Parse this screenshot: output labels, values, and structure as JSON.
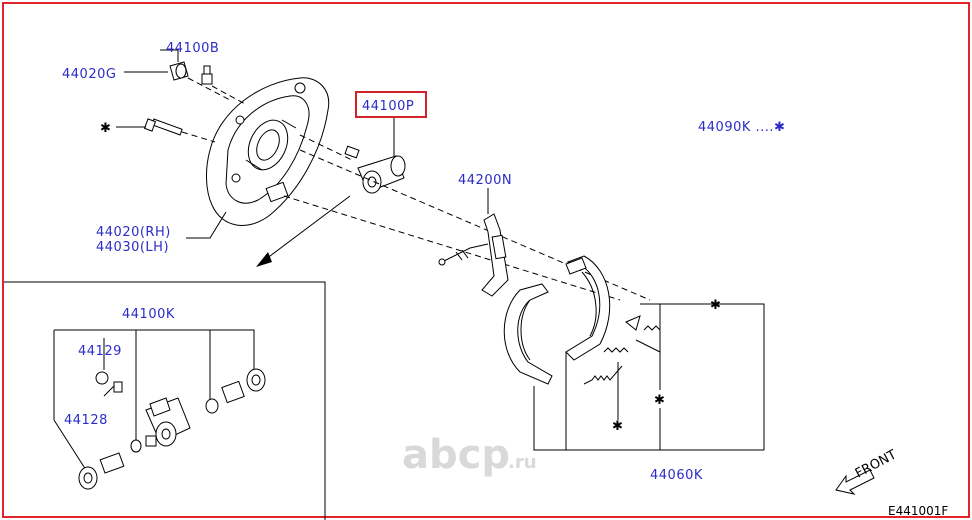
{
  "labels": {
    "p44100B": "44100B",
    "p44020G": "44020G",
    "p44100P": "44100P",
    "p44090K": "44090K ....✱",
    "p44020RH": "44020(RH)",
    "p44030LH": "44030(LH)",
    "p44200N": "44200N",
    "p44100K": "44100K",
    "p44129": "44129",
    "p44128": "44128",
    "p44060K": "44060K",
    "front": "FRONT",
    "diagram_code": "E441001F"
  },
  "asterisk": "✱",
  "watermark": {
    "text": "abcp",
    "suffix": ".ru"
  },
  "colors": {
    "border": "#e0262a",
    "highlight": "#d0232b",
    "label": "#2c2cc8"
  }
}
